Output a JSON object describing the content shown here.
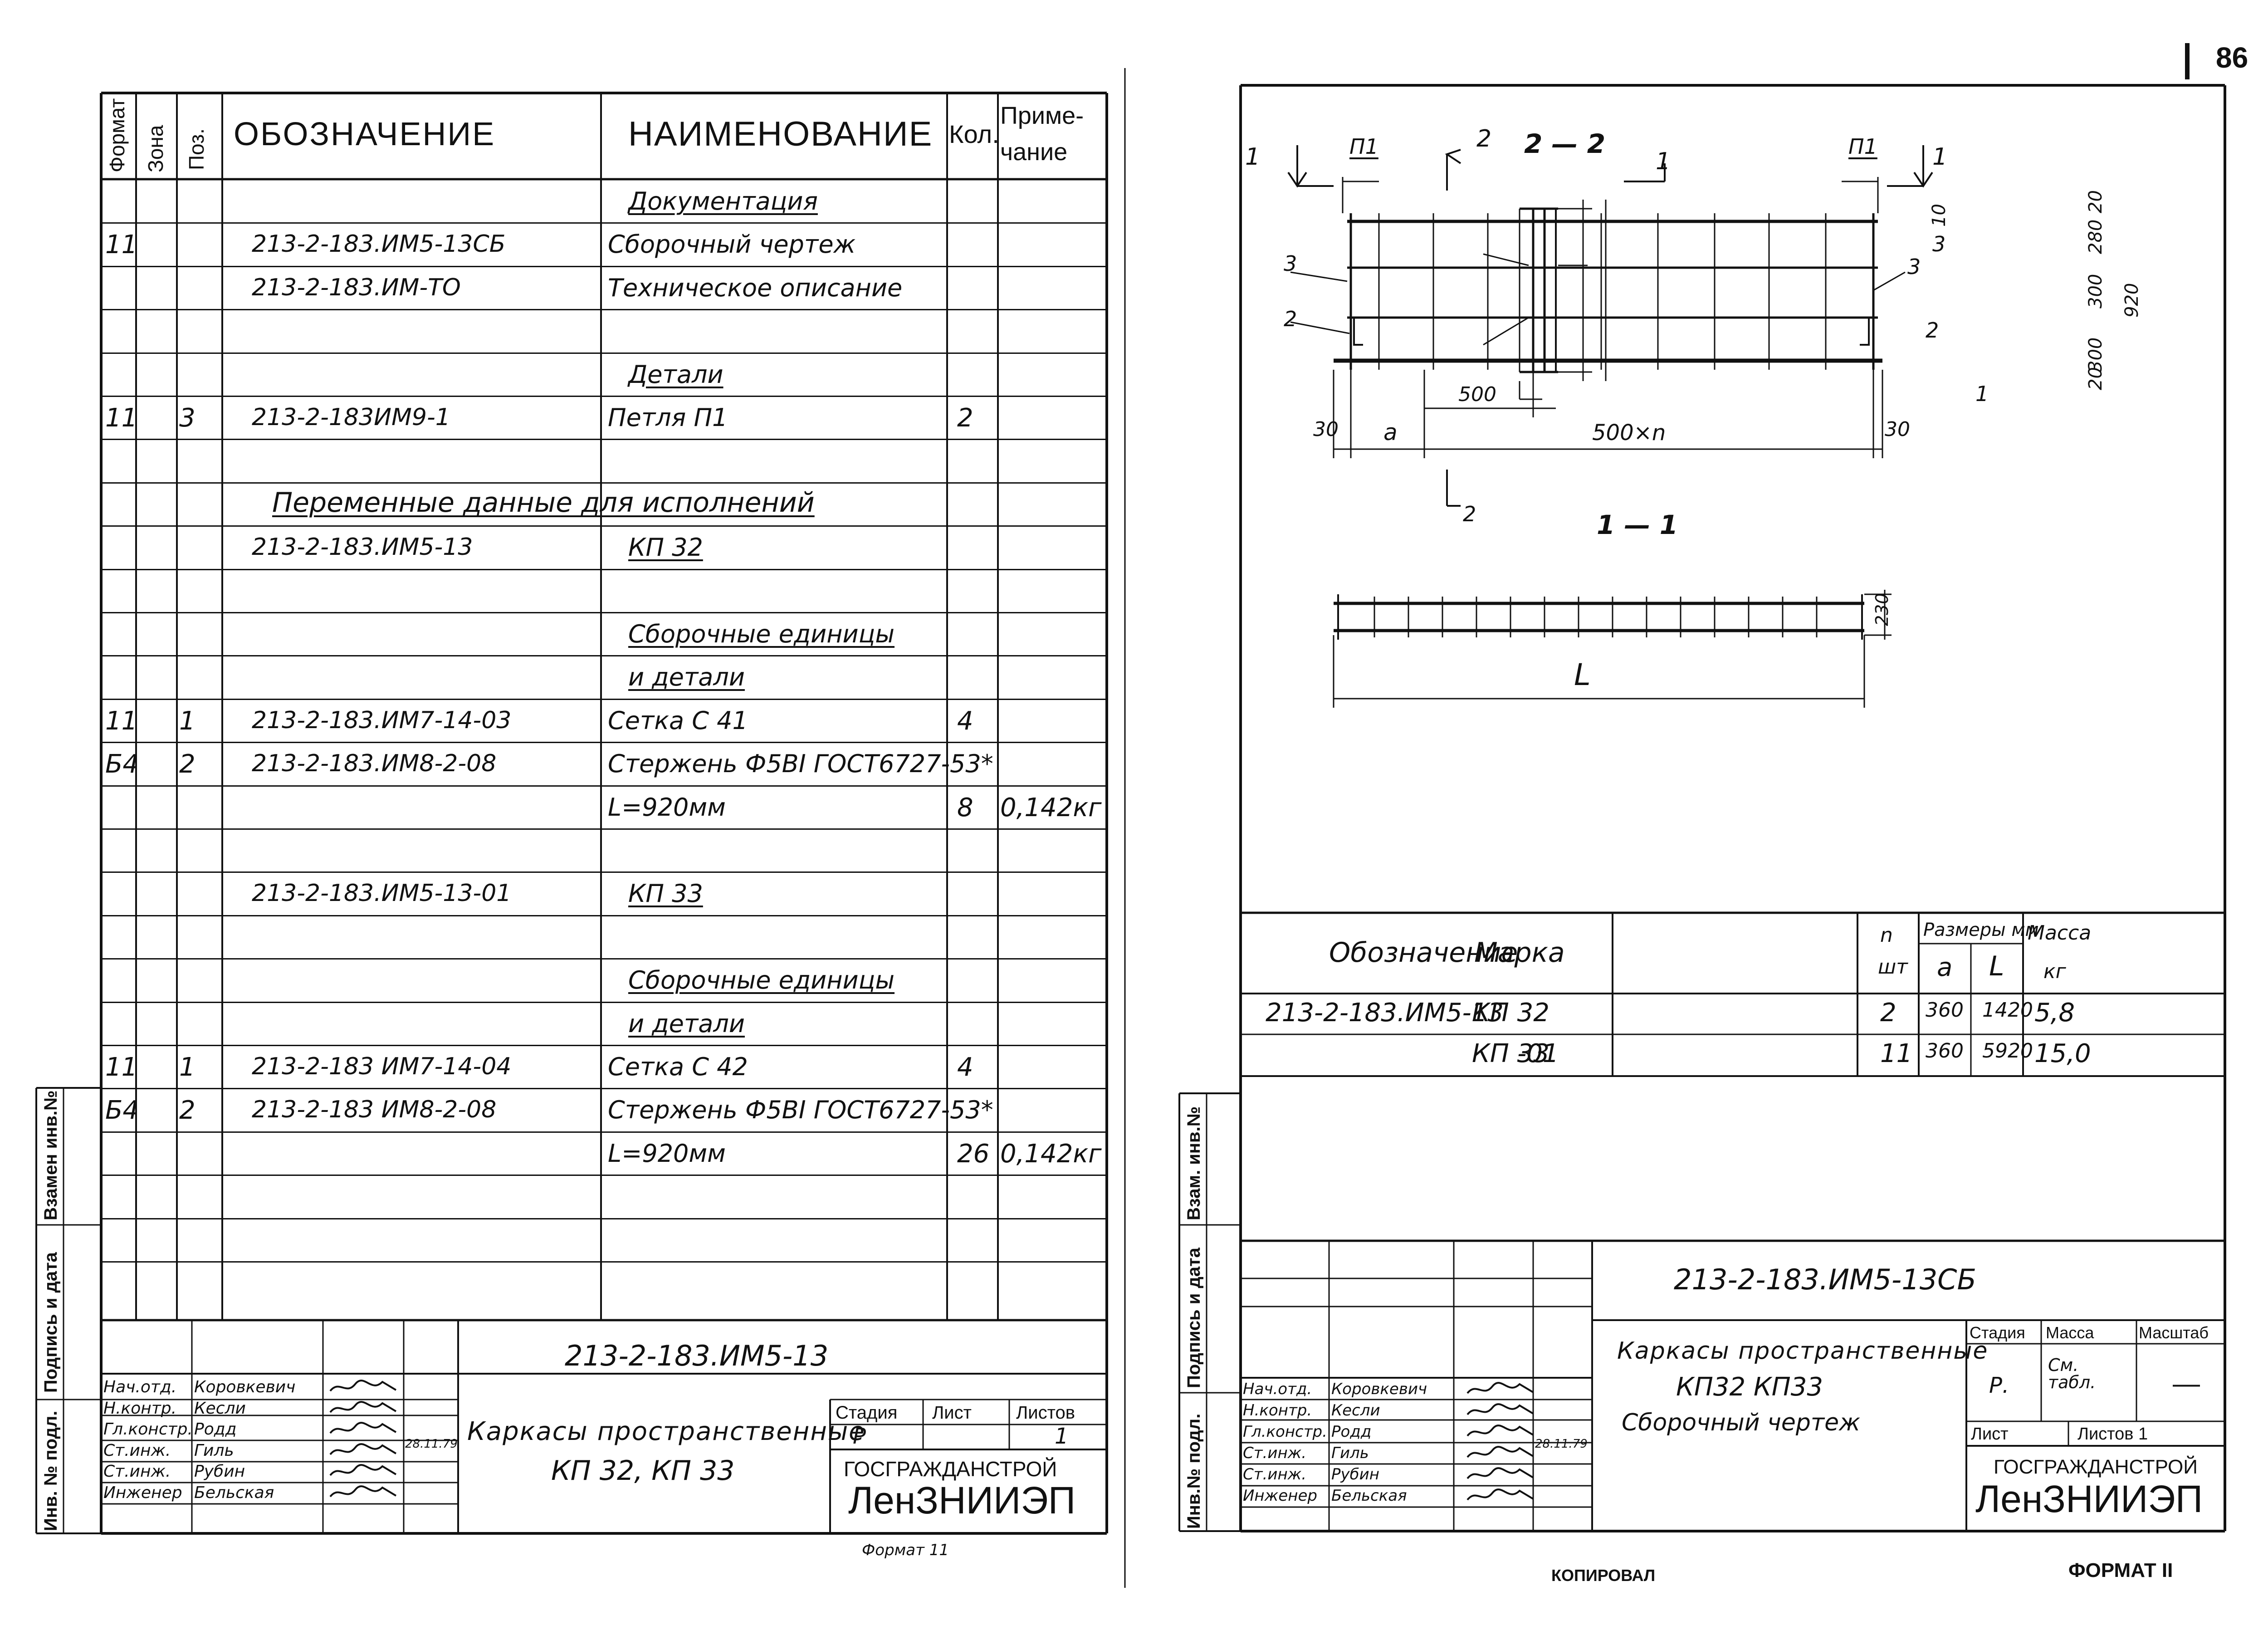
{
  "page_number": "86",
  "left_sheet": {
    "header": {
      "format": "Формат",
      "zone": "Зона",
      "pos": "Поз.",
      "designation": "ОБОЗНАЧЕНИЕ",
      "name": "НАИМЕНОВАНИЕ",
      "qty": "Кол.",
      "note_line1": "Приме-",
      "note_line2": "чание"
    },
    "rows": [
      {
        "format": "",
        "pos": "",
        "designation": "",
        "name": "Документация",
        "qty": "",
        "note": "",
        "name_underline": true
      },
      {
        "format": "11",
        "pos": "",
        "designation": "213-2-183.ИМ5-13СБ",
        "name": "Сборочный чертеж",
        "qty": "",
        "note": ""
      },
      {
        "format": "",
        "pos": "",
        "designation": "213-2-183.ИМ-ТО",
        "name": "Техническое описание",
        "qty": "",
        "note": ""
      },
      {
        "format": "",
        "pos": "",
        "designation": "",
        "name": "",
        "qty": "",
        "note": ""
      },
      {
        "format": "",
        "pos": "",
        "designation": "",
        "name": "Детали",
        "qty": "",
        "note": "",
        "name_underline": true
      },
      {
        "format": "11",
        "pos": "3",
        "designation": "213-2-183ИМ9-1",
        "name": "Петля П1",
        "qty": "2",
        "note": ""
      },
      {
        "format": "",
        "pos": "",
        "designation": "",
        "name": "",
        "qty": "",
        "note": ""
      },
      {
        "format": "",
        "pos": "",
        "designation": "",
        "name": "",
        "qty": "",
        "note": ""
      },
      {
        "format": "",
        "pos": "",
        "designation": "213-2-183.ИМ5-13",
        "name": "КП 32",
        "qty": "",
        "note": "",
        "name_underline": true
      },
      {
        "format": "",
        "pos": "",
        "designation": "",
        "name": "",
        "qty": "",
        "note": ""
      },
      {
        "format": "",
        "pos": "",
        "designation": "",
        "name": "Сборочные единицы",
        "qty": "",
        "note": "",
        "name_underline": true
      },
      {
        "format": "",
        "pos": "",
        "designation": "",
        "name": "и детали",
        "qty": "",
        "note": "",
        "name_underline": true
      },
      {
        "format": "11",
        "pos": "1",
        "designation": "213-2-183.ИМ7-14-03",
        "name": "Сетка С 41",
        "qty": "4",
        "note": ""
      },
      {
        "format": "Б4",
        "pos": "2",
        "designation": "213-2-183.ИМ8-2-08",
        "name": "Стержень Ф5ВI ГОСТ6727-53*",
        "qty": "",
        "note": ""
      },
      {
        "format": "",
        "pos": "",
        "designation": "",
        "name": "L=920мм",
        "qty": "8",
        "note": "0,142кг"
      },
      {
        "format": "",
        "pos": "",
        "designation": "",
        "name": "",
        "qty": "",
        "note": ""
      },
      {
        "format": "",
        "pos": "",
        "designation": "213-2-183.ИМ5-13-01",
        "name": "КП 33",
        "qty": "",
        "note": "",
        "name_underline": true
      },
      {
        "format": "",
        "pos": "",
        "designation": "",
        "name": "",
        "qty": "",
        "note": ""
      },
      {
        "format": "",
        "pos": "",
        "designation": "",
        "name": "Сборочные единицы",
        "qty": "",
        "note": "",
        "name_underline": true
      },
      {
        "format": "",
        "pos": "",
        "designation": "",
        "name": "и детали",
        "qty": "",
        "note": "",
        "name_underline": true
      },
      {
        "format": "11",
        "pos": "1",
        "designation": "213-2-183 ИМ7-14-04",
        "name": "Сетка С 42",
        "qty": "4",
        "note": ""
      },
      {
        "format": "Б4",
        "pos": "2",
        "designation": "213-2-183 ИМ8-2-08",
        "name": "Стержень Ф5ВI ГОСТ6727-53*",
        "qty": "",
        "note": ""
      },
      {
        "format": "",
        "pos": "",
        "designation": "",
        "name": "L=920мм",
        "qty": "26",
        "note": "0,142кг"
      },
      {
        "format": "",
        "pos": "",
        "designation": "",
        "name": "",
        "qty": "",
        "note": ""
      },
      {
        "format": "",
        "pos": "",
        "designation": "",
        "name": "",
        "qty": "",
        "note": ""
      }
    ],
    "variable_data_heading": "Переменные данные для исполнений",
    "side_labels": {
      "replace_inv": "Взамен инв.№",
      "sign_date": "Подпись и дата",
      "inv_orig": "Инв. № подл."
    },
    "title_block": {
      "designation": "213-2-183.ИМ5-13",
      "title_line1": "Каркасы пространственные",
      "title_line2": "КП 32, КП 33",
      "stage_label": "Стадия",
      "sheet_label": "Лист",
      "sheets_label": "Листов",
      "stage": "Р",
      "sheets": "1",
      "org1": "ГОСГРАЖДАНСТРОЙ",
      "org2": "ЛенЗНИИЭП",
      "people": [
        {
          "role": "Нач.отд.",
          "name": "Коровкевич"
        },
        {
          "role": "Н.контр.",
          "name": "Кесли"
        },
        {
          "role": "Гл.констр.",
          "name": "Родд"
        },
        {
          "role": "Ст.инж.",
          "name": "Гиль"
        },
        {
          "role": "Ст.инж.",
          "name": "Рубин"
        },
        {
          "role": "Инженер",
          "name": "Бельская"
        }
      ],
      "date": "28.11.79"
    },
    "format_note": "Формат 11"
  },
  "right_sheet": {
    "drawing": {
      "section_22": "2 — 2",
      "section_11": "1 — 1",
      "cut1_label": "1",
      "cut2_label": "2",
      "p1": "П1",
      "pos_3": "3",
      "pos_2": "2",
      "pos_1": "1",
      "dim_500": "500",
      "dim_a": "а",
      "dim_500n": "500×n",
      "dim_30": "30",
      "dim_L": "L",
      "dim_230": "230",
      "dims_section": [
        "10",
        "20",
        "280",
        "300",
        "920",
        "300",
        "20"
      ]
    },
    "table": {
      "h_designation": "Обозначение",
      "h_mark": "Марка",
      "h_n": "n",
      "h_n_unit": "шт",
      "h_sizes": "Размеры мм",
      "h_a": "а",
      "h_L": "L",
      "h_mass": "Масса",
      "h_mass_unit": "кг",
      "rows": [
        {
          "designation": "213-2-183.ИМ5-13",
          "mark": "КП 32",
          "n": "2",
          "a": "360",
          "L": "1420",
          "mass": "5,8"
        },
        {
          "designation": "-01",
          "mark": "КП 33",
          "n": "11",
          "a": "360",
          "L": "5920",
          "mass": "15,0"
        }
      ]
    },
    "side_labels": {
      "replace_inv": "Взам. инв.№",
      "sign_date": "Подпись и дата",
      "inv_orig": "Инв.№ подл."
    },
    "title_block": {
      "designation": "213-2-183.ИМ5-13СБ",
      "title_line1": "Каркасы пространственные",
      "title_line2": "КП32  КП33",
      "title_line3": "Сборочный чертеж",
      "stage_label": "Стадия",
      "mass_label": "Масса",
      "scale_label": "Масштаб",
      "stage": "Р.",
      "mass": "См. табл.",
      "scale": "—",
      "sheet_label": "Лист",
      "sheets_label": "Листов 1",
      "org1": "ГОСГРАЖДАНСТРОЙ",
      "org2": "ЛенЗНИИЭП",
      "people": [
        {
          "role": "Нач.отд.",
          "name": "Коровкевич"
        },
        {
          "role": "Н.контр.",
          "name": "Кесли"
        },
        {
          "role": "Гл.констр.",
          "name": "Родд"
        },
        {
          "role": "Ст.инж.",
          "name": "Гиль"
        },
        {
          "role": "Ст.инж.",
          "name": "Рубин"
        },
        {
          "role": "Инженер",
          "name": "Бельская"
        }
      ],
      "date": "28.11.79"
    }
  },
  "footer": {
    "copied": "КОПИРОВАЛ",
    "format": "ФОРМАТ II"
  }
}
